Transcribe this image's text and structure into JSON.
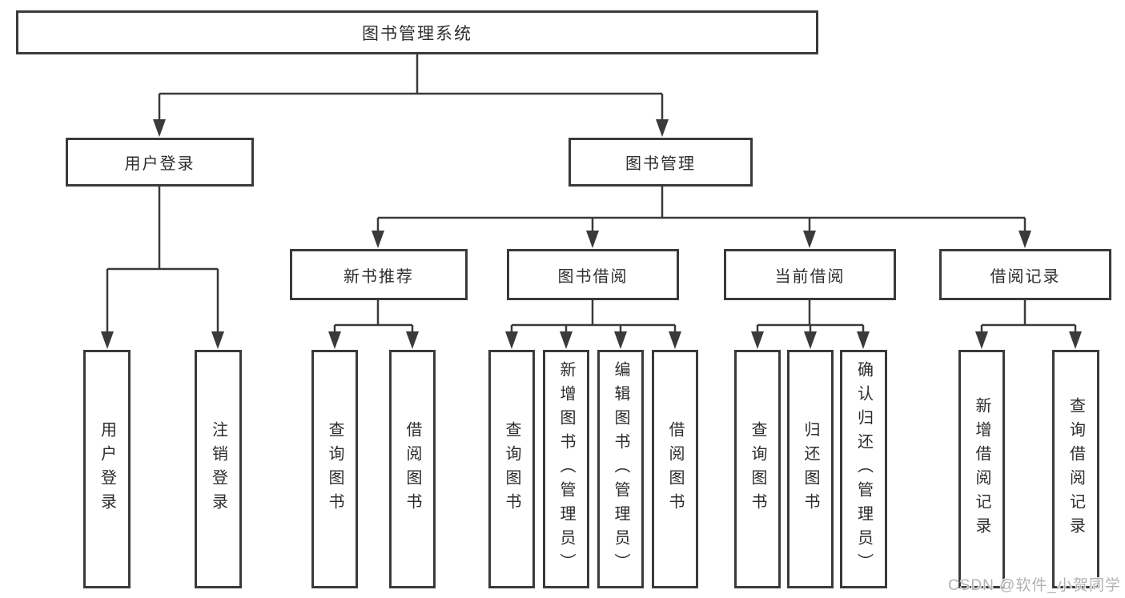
{
  "diagram": {
    "root": {
      "label": "图书管理系统"
    },
    "branches": [
      {
        "label": "用户登录",
        "children": [
          {
            "label": "用户登录"
          },
          {
            "label": "注销登录"
          }
        ]
      },
      {
        "label": "图书管理",
        "children": [
          {
            "label": "新书推荐",
            "children": [
              {
                "label": "查询图书"
              },
              {
                "label": "借阅图书"
              }
            ]
          },
          {
            "label": "图书借阅",
            "children": [
              {
                "label": "查询图书"
              },
              {
                "label": "新增图书（管理员）"
              },
              {
                "label": "编辑图书（管理员）"
              },
              {
                "label": "借阅图书"
              }
            ]
          },
          {
            "label": "当前借阅",
            "children": [
              {
                "label": "查询图书"
              },
              {
                "label": "归还图书"
              },
              {
                "label": "确认归还（管理员）"
              }
            ]
          },
          {
            "label": "借阅记录",
            "children": [
              {
                "label": "新增借阅记录"
              },
              {
                "label": "查询借阅记录"
              }
            ]
          }
        ]
      }
    ]
  },
  "watermark": {
    "text": "CSDN @软件_小贺同学"
  },
  "colors": {
    "line": "#3a3a3a",
    "text": "#2d2d2d",
    "background": "#ffffff",
    "watermark": "#b2b2b2"
  }
}
